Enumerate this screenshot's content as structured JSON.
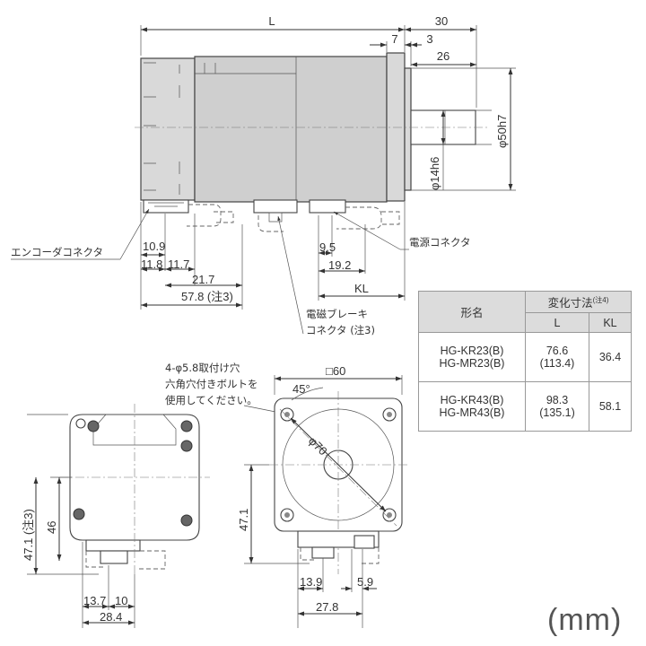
{
  "side_view": {
    "dimensions": {
      "L": "L",
      "d30": "30",
      "d7": "7",
      "d3": "3",
      "d26": "26",
      "shaft_dia": "φ14h6",
      "pilot_dia": "φ50h7",
      "d10_9": "10.9",
      "d11_8": "11.8",
      "d11_7": "11.7",
      "d21_7": "21.7",
      "d57_8": "57.8 (注3)",
      "d9_5": "9.5",
      "d19_2": "19.2",
      "KL": "KL"
    },
    "labels": {
      "encoder_connector": "エンコーダコネクタ",
      "power_connector": "電源コネクタ",
      "brake_connector_line1": "電磁ブレーキ",
      "brake_connector_line2": "コネクタ (注3)"
    }
  },
  "rear_view": {
    "mounting_note": [
      "4-φ5.8取付け穴",
      "六角穴付きボルトを",
      "使用してください。"
    ],
    "dimensions": {
      "d47_1_note": "47.1 (注3)",
      "d46": "46",
      "d13_7": "13.7",
      "d10": "10",
      "d28_4": "28.4"
    }
  },
  "front_view": {
    "dimensions": {
      "square": "□60",
      "angle": "45°",
      "pcd": "φ70",
      "d47_1": "47.1",
      "d13_9": "13.9",
      "d5_9": "5.9",
      "d27_8": "27.8"
    }
  },
  "table": {
    "header_model": "形名",
    "header_dims": "変化寸法",
    "header_dims_note": "(注4)",
    "header_L": "L",
    "header_KL": "KL",
    "rows": [
      {
        "model_line1": "HG-KR23(B)",
        "model_line2": "HG-MR23(B)",
        "L_line1": "76.6",
        "L_line2": "(113.4)",
        "KL": "36.4"
      },
      {
        "model_line1": "HG-KR43(B)",
        "model_line2": "HG-MR43(B)",
        "L_line1": "98.3",
        "L_line2": "(135.1)",
        "KL": "58.1"
      }
    ]
  },
  "unit": "(mm)"
}
